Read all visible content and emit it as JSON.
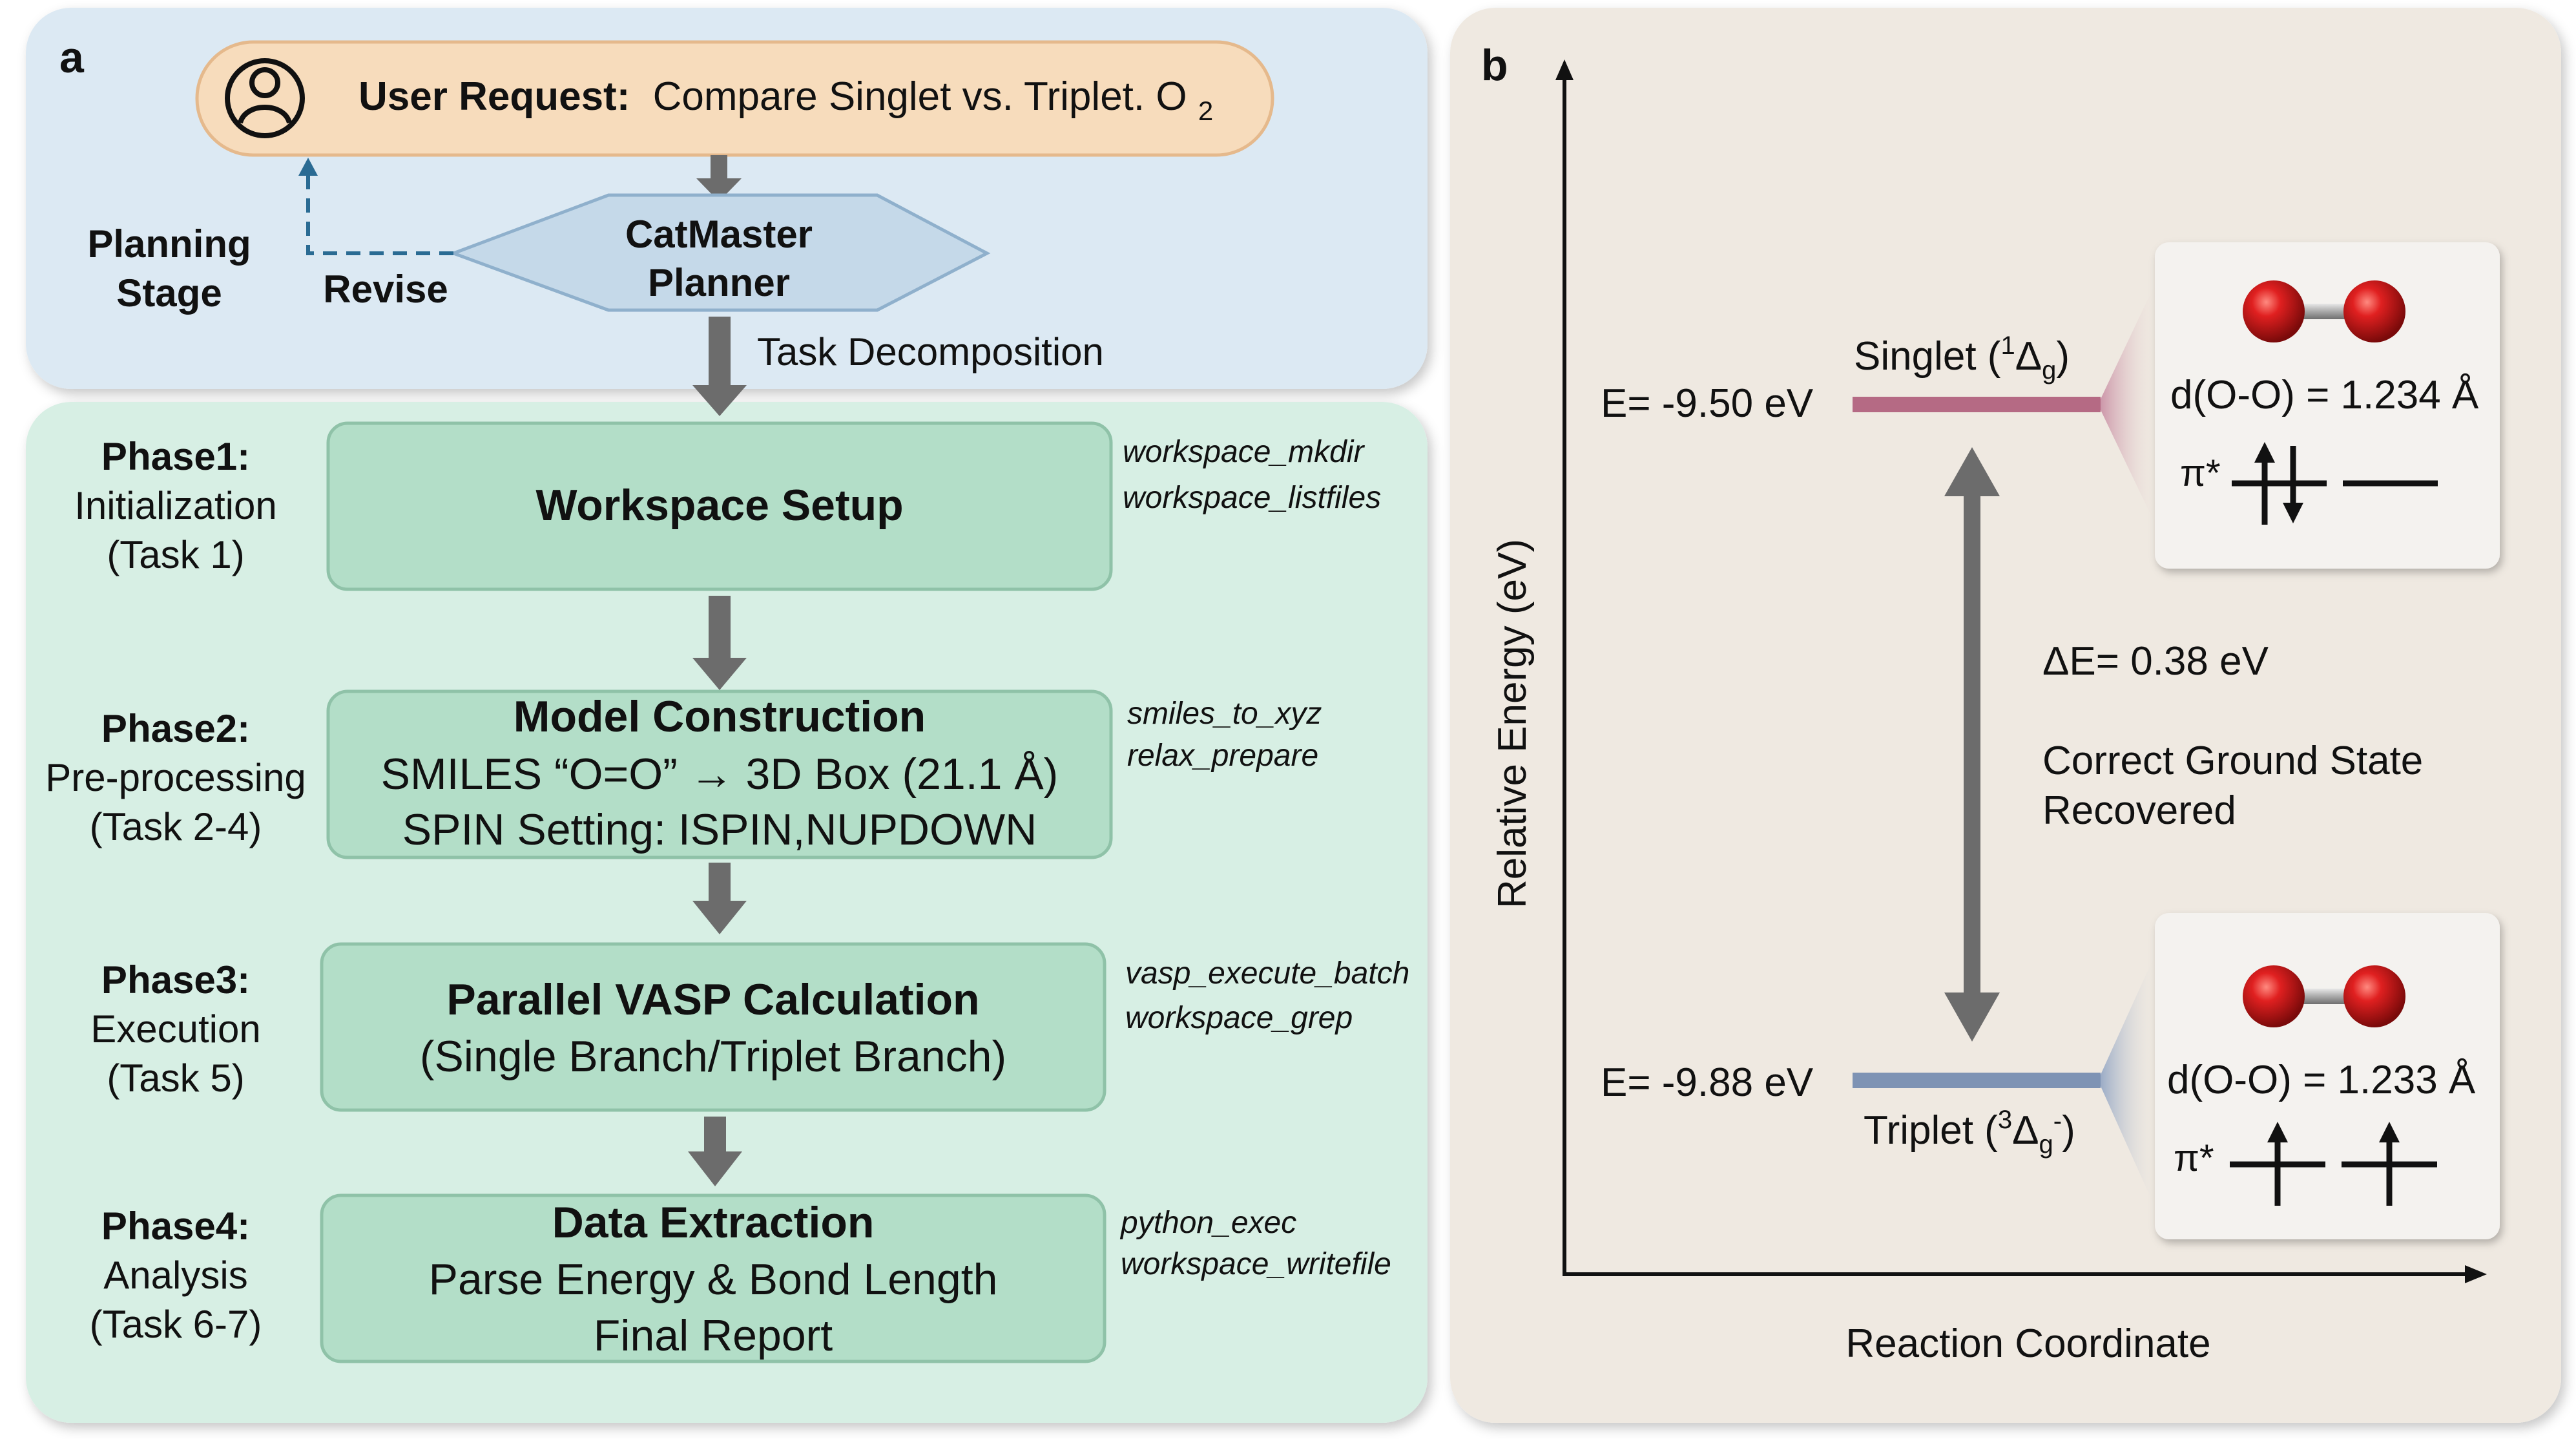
{
  "panel_a": {
    "label": "a",
    "user_request": {
      "bold": "User Request:",
      "text": "Compare Singlet vs. Triplet. O",
      "subscript": "2"
    },
    "planning_stage": [
      "Planning",
      "Stage"
    ],
    "revise": "Revise",
    "planner": [
      "CatMaster",
      "Planner"
    ],
    "task_decomposition": "Task Decomposition",
    "phases": [
      {
        "title": "Phase1:",
        "stage": "Initialization",
        "tasks": "(Task 1)",
        "box_title": "Workspace Setup",
        "box_lines": [],
        "tools": [
          "workspace_mkdir",
          "workspace_listfiles"
        ]
      },
      {
        "title": "Phase2:",
        "stage": "Pre-processing",
        "tasks": "(Task 2-4)",
        "box_title": "Model Construction",
        "box_lines": [
          "SMILES “O=O” → 3D Box (21.1 Å)",
          "SPIN Setting: ISPIN,NUPDOWN"
        ],
        "tools": [
          "smiles_to_xyz",
          "relax_prepare"
        ]
      },
      {
        "title": "Phase3:",
        "stage": "Execution",
        "tasks": "(Task 5)",
        "box_title": "Parallel VASP Calculation",
        "box_lines": [
          "(Single Branch/Triplet Branch)"
        ],
        "tools": [
          "vasp_execute_batch",
          "workspace_grep"
        ]
      },
      {
        "title": "Phase4:",
        "stage": "Analysis",
        "tasks": "(Task 6-7)",
        "box_title": "Data Extraction",
        "box_lines": [
          "Parse Energy & Bond Length",
          "Final Report"
        ],
        "tools": [
          "python_exec",
          "workspace_writefile"
        ]
      }
    ]
  },
  "panel_b": {
    "label": "b",
    "y_axis_label": "Relative Energy (eV)",
    "x_axis_label": "Reaction Coordinate",
    "singlet": {
      "energy": "E= -9.50 eV",
      "label_main": "Singlet (",
      "label_sup": "1",
      "label_delta": "Δ",
      "label_sub": "g",
      "label_end": ")",
      "bond": "d(O-O) = 1.234 Å",
      "pi": "π*",
      "color": "#b56a84"
    },
    "triplet": {
      "energy": "E= -9.88 eV",
      "label_main": "Triplet (",
      "label_sup": "3",
      "label_delta": "Δ",
      "label_sub": "g",
      "label_sup2": "-",
      "label_end": ")",
      "bond": "d(O-O) = 1.233 Å",
      "pi": "π*",
      "color": "#7e93b4"
    },
    "delta_e": "ΔE= 0.38 eV",
    "note": [
      "Correct Ground State",
      "Recovered"
    ]
  },
  "colors": {
    "planning_bg": "#dce9f3",
    "phases_bg": "#d7efe4",
    "phase_box": "#b3dec8",
    "request_pill": "#f7dcbc",
    "planner_hex": "#c5d9e9",
    "panel_b_bg": "#efe9e1",
    "arrow": "#6c6c6c",
    "revise_arrow": "#2a6b93"
  }
}
